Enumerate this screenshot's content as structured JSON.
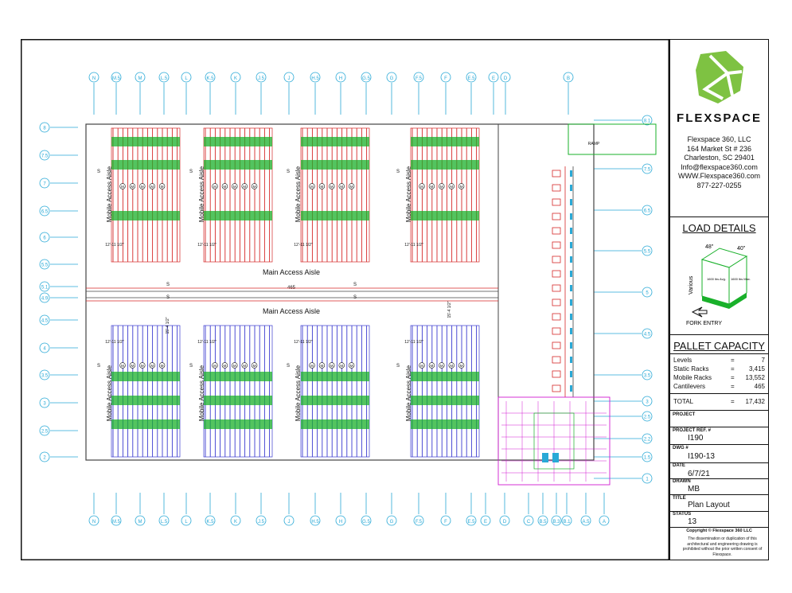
{
  "grid_top": [
    "N",
    "M.5",
    "M",
    "L.5",
    "L",
    "K.5",
    "K",
    "J.5",
    "J",
    "H.5",
    "H",
    "G.5",
    "G",
    "F.5",
    "F",
    "E.5",
    "E",
    "D",
    "B"
  ],
  "grid_bottom": [
    "N",
    "M.5",
    "M",
    "L.5",
    "L",
    "K.5",
    "K",
    "J.5",
    "J",
    "H.5",
    "H",
    "G.5",
    "G",
    "F.5",
    "F",
    "E.5",
    "E",
    "D",
    "C",
    "B.5",
    "B.3",
    "B.1",
    "A.5",
    "A"
  ],
  "grid_left": [
    "8",
    "7.5",
    "7",
    "6.5",
    "6",
    "5.5",
    "5.1",
    "4.9",
    "4.5",
    "4",
    "3.5",
    "3",
    "2.5",
    "2"
  ],
  "grid_right": [
    "8.1",
    "7.5",
    "6.5",
    "5.5",
    "5",
    "4.5",
    "3.5",
    "3",
    "2.5",
    "2.2",
    "1.5",
    "1"
  ],
  "aisles": {
    "main_access": "Main Access Aisle",
    "mobile_access": "Mobile Access Aisle",
    "dim_465": "465",
    "dim_12": "12'-11 1/2\"",
    "dim_15": "15'-4 1/2\"",
    "ramp": "RAMP",
    "mark_s": "S",
    "mark_m": "M",
    "mark_c": "C"
  },
  "company": {
    "name": "FLEXSPACE",
    "address_lines": [
      "Flexspace 360, LLC",
      "164 Market St # 236",
      "Charleston, SC 29401",
      "Info@flexspace360.com",
      "WWW.Flexspace360.com",
      "877-227-0255"
    ]
  },
  "load_details": {
    "title": "LOAD DETAILS",
    "depth": "48\"",
    "width": "40\"",
    "height": "Various",
    "load_left": "1600 lbs Avg.",
    "load_right": "1600 lbs Max.",
    "fork_entry": "FORK ENTRY"
  },
  "pallet_capacity": {
    "title": "PALLET CAPACITY",
    "rows": [
      {
        "label": "Levels",
        "eq": "=",
        "value": "7"
      },
      {
        "label": "Static Racks",
        "eq": "=",
        "value": "3,415"
      },
      {
        "label": "Mobile Racks",
        "eq": "=",
        "value": "13,552"
      },
      {
        "label": "Cantilevers",
        "eq": "=",
        "value": "465"
      }
    ],
    "total_label": "TOTAL",
    "total_eq": "=",
    "total_value": "17,432"
  },
  "fields": {
    "project_label": "PROJECT",
    "project_ref_label": "PROJECT REF. #",
    "project_ref": "I190",
    "dwg_label": "DWG #",
    "dwg": "I190-13",
    "date_label": "DATE",
    "date": "6/7/21",
    "drawn_label": "DRAWN",
    "drawn": "MB",
    "title_label": "TITLE",
    "title": "Plan Layout",
    "status_label": "STATUS",
    "status": "13"
  },
  "copyright": {
    "heading": "Copyright © Flexspace 360 LLC",
    "text": "The dissemination or duplication of this architectural and engineering drawing is prohibited without the prior written consent of Flexspace."
  },
  "colors": {
    "grid": "#29a9d6",
    "rack_red": "#d62828",
    "rack_blue": "#3a3ad0",
    "rack_green": "#19b02a",
    "logo_green": "#7ec242",
    "magenta": "#d11bd1"
  }
}
